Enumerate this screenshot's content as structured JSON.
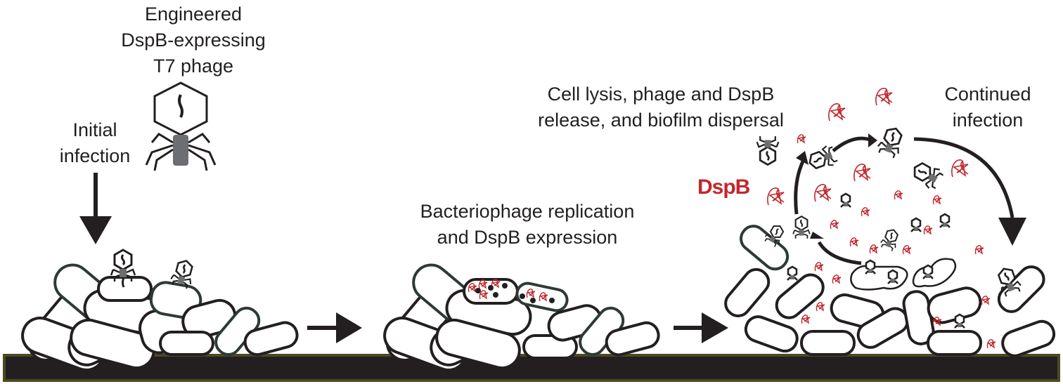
{
  "labels": {
    "engineered_phage": [
      "Engineered",
      "DspB-expressing",
      "T7 phage"
    ],
    "initial_infection": [
      "Initial",
      "infection"
    ],
    "replication": [
      "Bacteriophage replication",
      "and DspB expression"
    ],
    "lysis": [
      "Cell lysis, phage and DspB",
      "release, and biofilm dispersal"
    ],
    "continued": [
      "Continued",
      "infection"
    ],
    "dspb": "DspB"
  },
  "colors": {
    "text": "#231f20",
    "dspb_red": "#c1272d",
    "phage_tail_gray": "#6d6e71",
    "surface_fill": "#231f20",
    "surface_border": "#4a4a24"
  },
  "stages": [
    "initial-infection",
    "replication",
    "lysis-and-dispersal"
  ]
}
